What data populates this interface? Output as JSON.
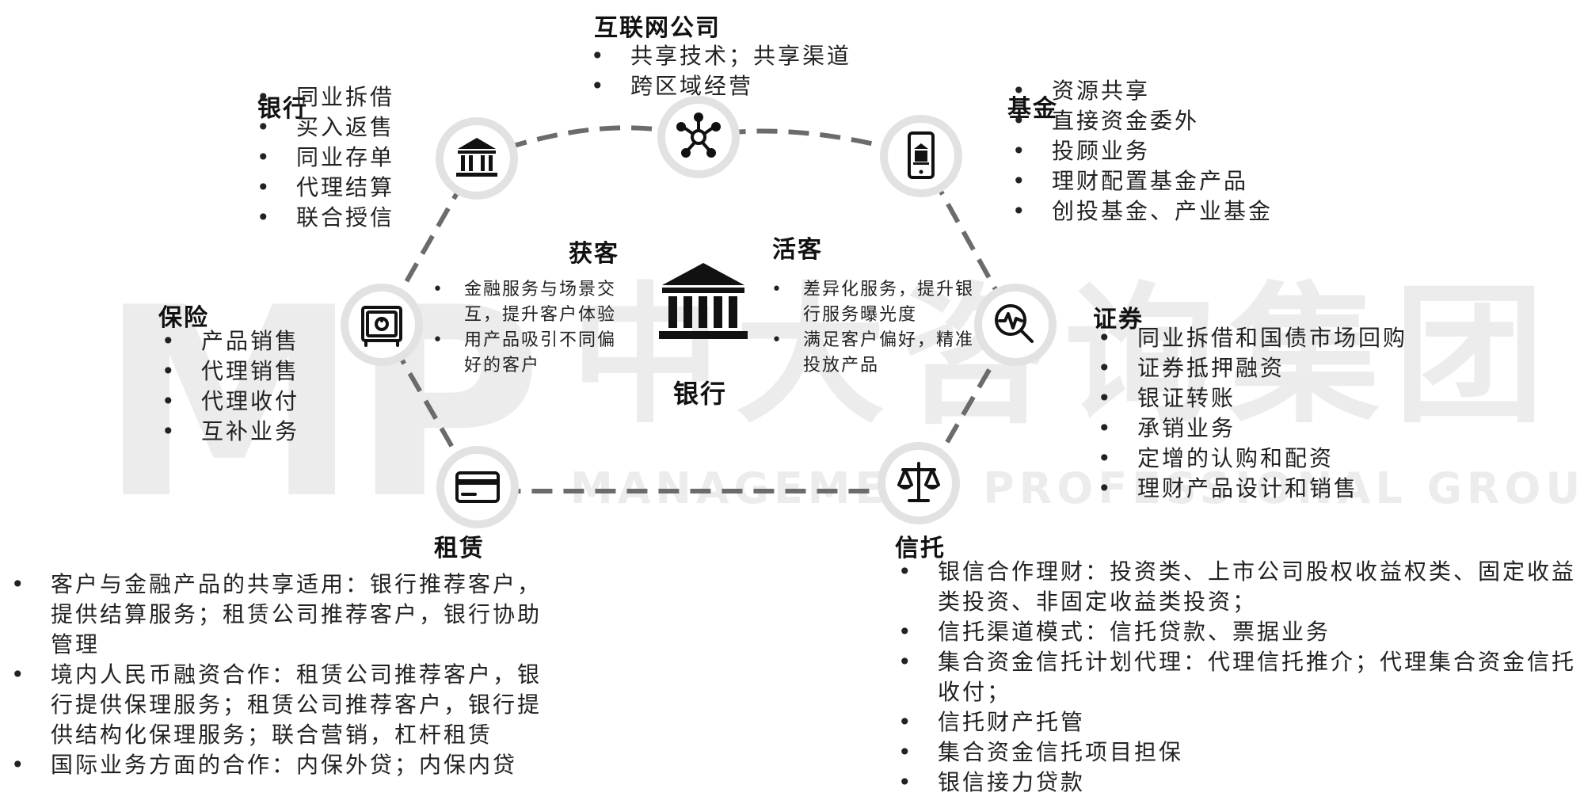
{
  "center": {
    "label": "银行",
    "acquire": {
      "title": "获客",
      "items": [
        "金融服务与场景交互，提升客户体验",
        "用产品吸引不同偏好的客户"
      ]
    },
    "activate": {
      "title": "活客",
      "items": [
        "差异化服务，提升银行服务曝光度",
        "满足客户偏好，精准投放产品"
      ]
    }
  },
  "nodes": {
    "internet": {
      "title": "互联网公司",
      "icon": "network-icon",
      "items": [
        "共享技术；共享渠道",
        "跨区域经营"
      ]
    },
    "bank": {
      "title": "银行",
      "icon": "bank-icon",
      "items": [
        "同业拆借",
        "买入返售",
        "同业存单",
        "代理结算",
        "联合授信"
      ]
    },
    "fund": {
      "title": "基金",
      "icon": "mobile-bank-icon",
      "items": [
        "资源共享",
        "直接资金委外",
        "投顾业务",
        "理财配置基金产品",
        "创投基金、产业基金"
      ]
    },
    "insurance": {
      "title": "保险",
      "icon": "safe-icon",
      "items": [
        "产品销售",
        "代理销售",
        "代理收付",
        "互补业务"
      ]
    },
    "securities": {
      "title": "证券",
      "icon": "magnifier-pulse-icon",
      "items": [
        "同业拆借和国债市场回购",
        "证券抵押融资",
        "银证转账",
        "承销业务",
        "定增的认购和配资",
        "理财产品设计和销售"
      ]
    },
    "leasing": {
      "title": "租赁",
      "icon": "credit-card-icon",
      "items": [
        "客户与金融产品的共享适用：银行推荐客户，提供结算服务；租赁公司推荐客户，银行协助管理",
        "境内人民币融资合作：租赁公司推荐客户，银行提供保理服务；租赁公司推荐客户，银行提供结构化保理服务；联合营销，杠杆租赁",
        "国际业务方面的合作：内保外贷；内保内贷"
      ]
    },
    "trust": {
      "title": "信托",
      "icon": "scales-icon",
      "items": [
        "银信合作理财：投资类、上市公司股权收益权类、固定收益类投资、非固定收益类投资；",
        "信托渠道模式：信托贷款、票据业务",
        "集合资金信托计划代理：代理信托推介；代理集合资金信托收付；",
        "信托财产托管",
        "集合资金信托项目担保",
        "银信接力贷款"
      ]
    }
  },
  "watermark": {
    "logo": "MP",
    "cn": "中大咨询集团",
    "en": "MANAGEMENT PROFESSIONAL GROUP"
  }
}
